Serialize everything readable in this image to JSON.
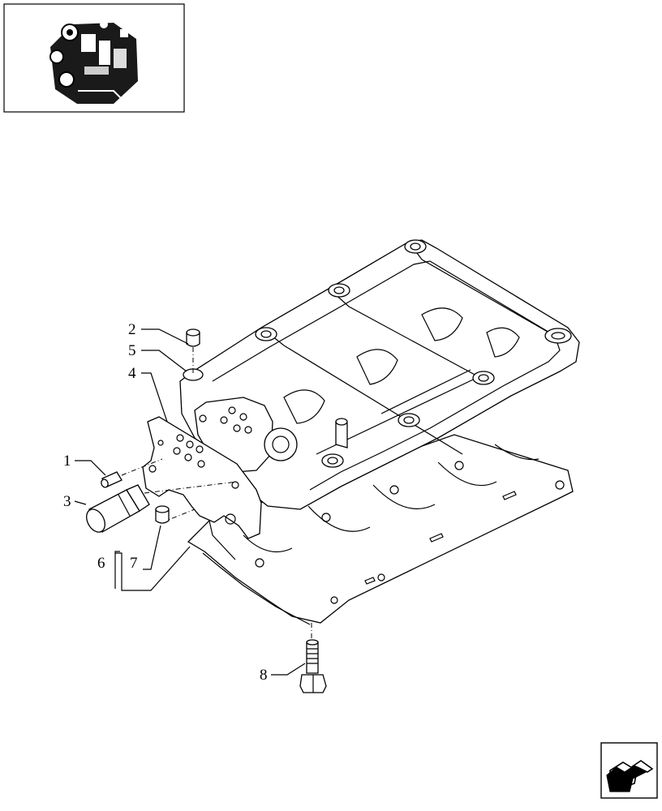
{
  "callouts": [
    "1",
    "2",
    "3",
    "4",
    "5",
    "6",
    "7",
    "8"
  ],
  "thumbnail": {
    "icon": "engine-thumbnail-icon"
  },
  "nav": {
    "icon": "next-page-arrow-icon"
  }
}
